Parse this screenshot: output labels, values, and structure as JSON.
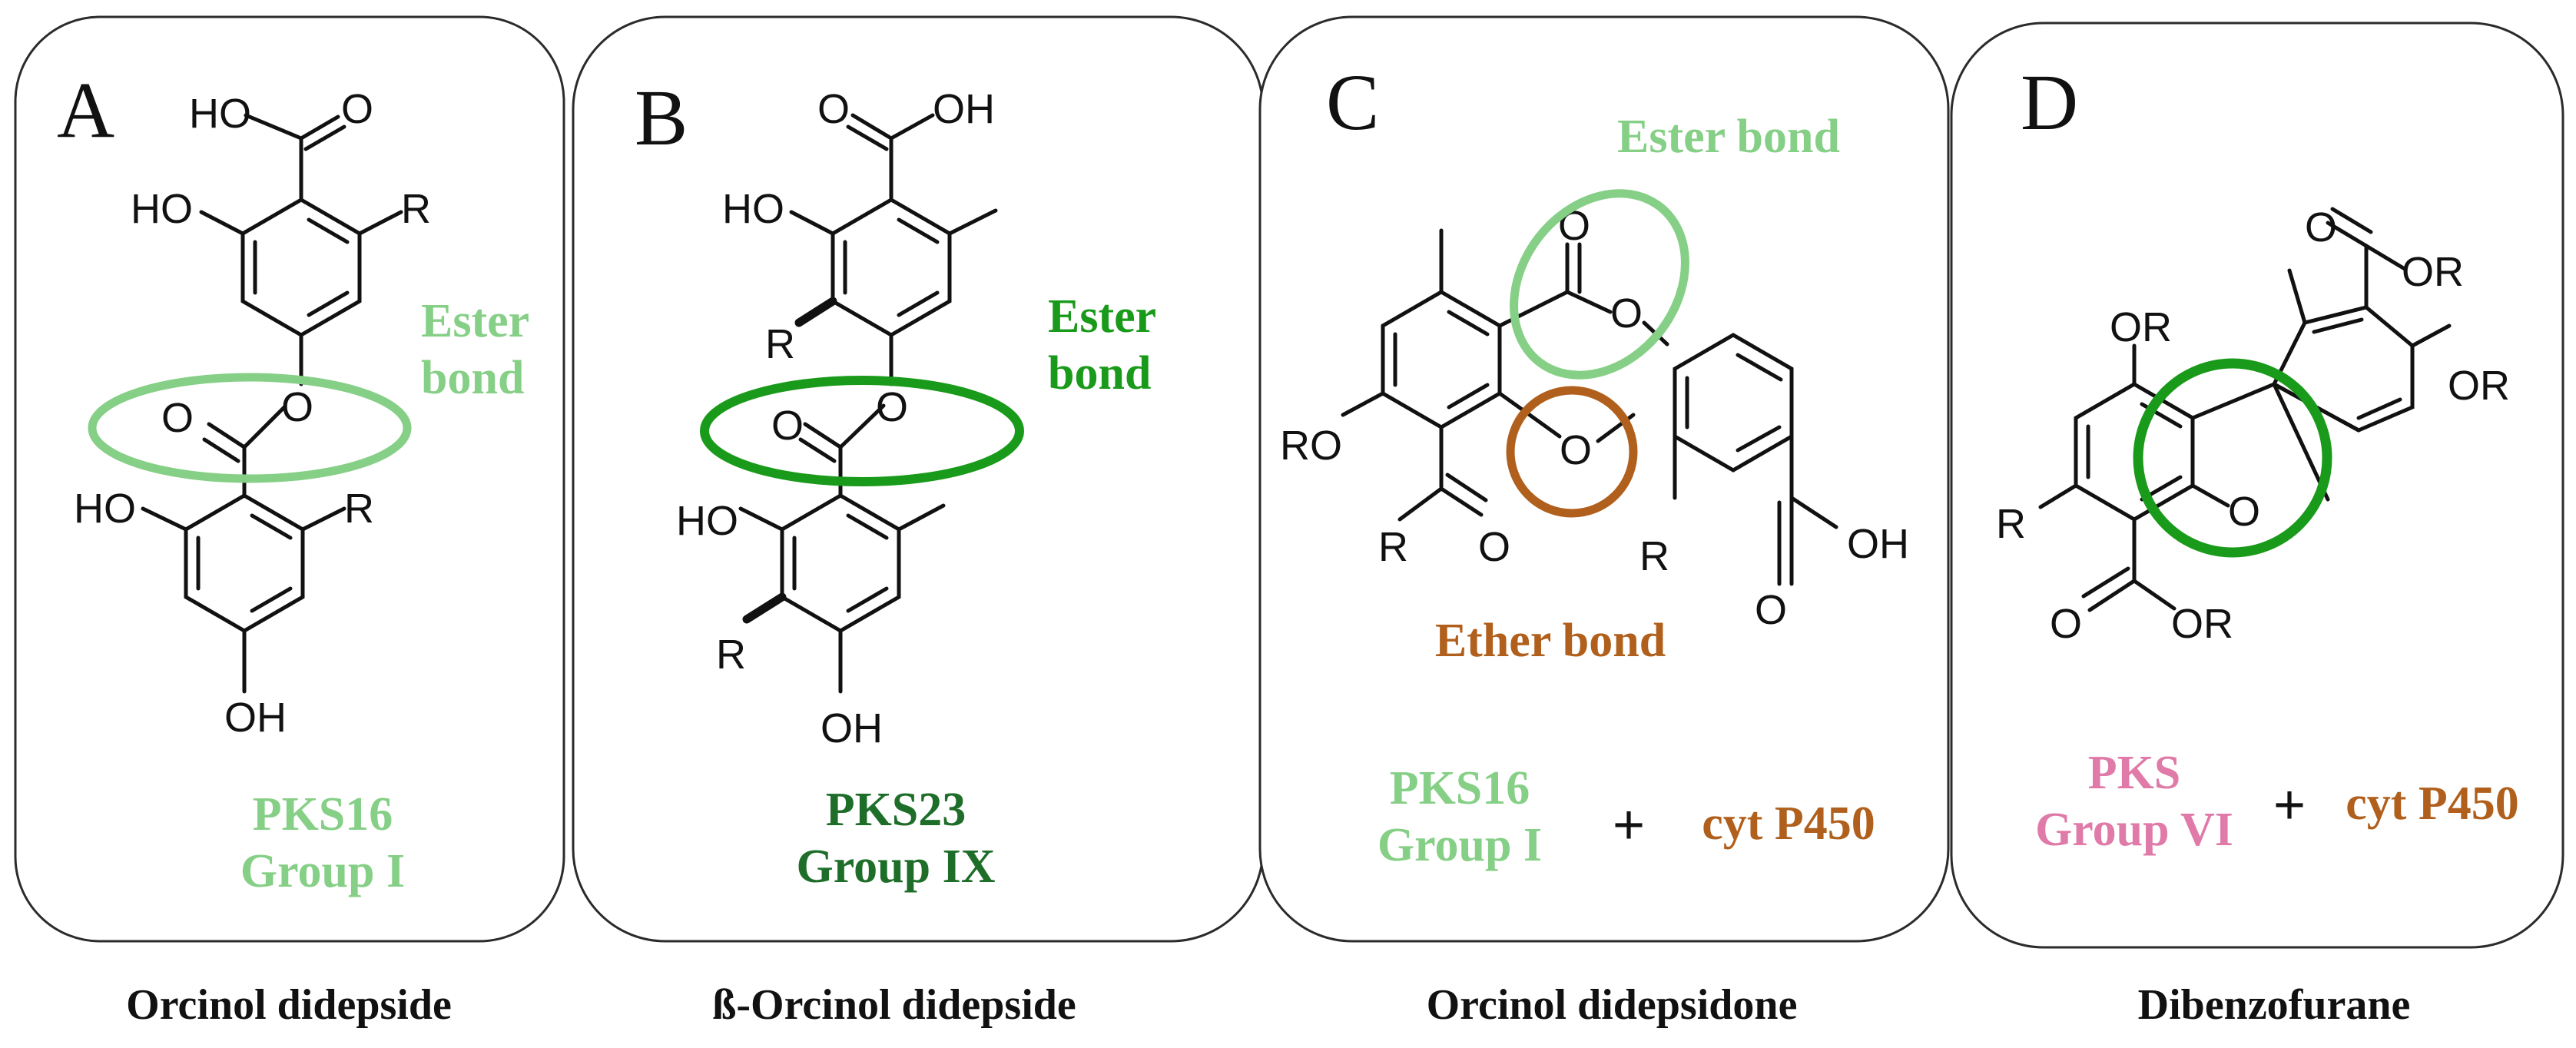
{
  "colors": {
    "light_green": "#86cf86",
    "dark_green": "#1a9a1a",
    "darker_green": "#1e6e2a",
    "brown": "#b0601c",
    "pink": "#e07aa8",
    "black": "#111111"
  },
  "panels": [
    {
      "letter": "A",
      "caption": "Orcinol didepside",
      "bond_label": [
        "Ester",
        "bond"
      ],
      "enzyme": [
        "PKS16",
        "Group I"
      ],
      "atoms": {
        "top_acid": "HO",
        "top_acid_o": "O",
        "top_ho": "HO",
        "top_r": "R",
        "ester_o": "O",
        "ester_carbonyl_o": "O",
        "bottom_ho": "HO",
        "bottom_r": "R",
        "bottom_oh": "OH"
      }
    },
    {
      "letter": "B",
      "caption": "ß-Orcinol didepside",
      "bond_label": [
        "Ester",
        "bond"
      ],
      "enzyme": [
        "PKS23",
        "Group IX"
      ],
      "atoms": {
        "top_acid_o": "O",
        "top_acid_oh": "OH",
        "top_ho": "HO",
        "top_r": "R",
        "ester_o": "O",
        "ester_carbonyl_o": "O",
        "bottom_ho": "HO",
        "bottom_r": "R",
        "bottom_oh": "OH"
      }
    },
    {
      "letter": "C",
      "caption": "Orcinol didepsidone",
      "bond_label": "Ester bond",
      "ether_label": "Ether bond",
      "enzyme": [
        "PKS16",
        "Group I"
      ],
      "plus": "+",
      "cyp": "cyt P450",
      "atoms": {
        "carbonyl_o": "O",
        "ester_o": "O",
        "ether_o": "O",
        "ro": "RO",
        "ketone_r": "R",
        "ketone_o": "O",
        "right_r": "R",
        "acid_o": "O",
        "acid_oh": "OH"
      }
    },
    {
      "letter": "D",
      "caption": "Dibenzofurane",
      "enzyme": [
        "PKS",
        "Group VI"
      ],
      "plus": "+",
      "cyp": "cyt P450",
      "atoms": {
        "top_o": "O",
        "top_or": "OR",
        "left_or": "OR",
        "right_or": "OR",
        "furan_o": "O",
        "left_r": "R",
        "bottom_o": "O",
        "bottom_or": "OR"
      }
    }
  ]
}
